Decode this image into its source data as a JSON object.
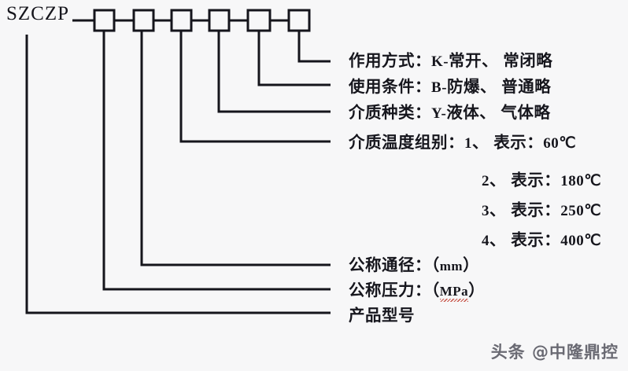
{
  "model_code": "SZCZP",
  "diagram": {
    "box_count": 6,
    "line_color": "#15151c",
    "background": "#f7f7f8"
  },
  "rows": [
    {
      "id": "action-mode",
      "label": "作用方式：",
      "code": "K",
      "sep": "-",
      "value": "常开、 常闭略",
      "full": "作用方式：K-常开、 常闭略"
    },
    {
      "id": "service-condition",
      "label": "使用条件：",
      "code": "B",
      "sep": "-",
      "value": "防爆、 普通略",
      "full": "使用条件：B-防爆、 普通略"
    },
    {
      "id": "medium-type",
      "label": "介质种类：",
      "code": "Y",
      "sep": "-",
      "value": "液体、 气体略",
      "full": "介质种类：Y-液体、 气体略"
    }
  ],
  "temperature": {
    "label": "介质温度组别：",
    "indicates": "表示：",
    "groups": [
      {
        "index": "1",
        "value": "60℃"
      },
      {
        "index": "2",
        "value": "180℃"
      },
      {
        "index": "3",
        "value": "250℃"
      },
      {
        "index": "4",
        "value": "400℃"
      }
    ]
  },
  "bottom_rows": [
    {
      "id": "nominal-diameter",
      "label": "公称通径：（",
      "unit": "mm",
      "close": "）",
      "misspelled": false
    },
    {
      "id": "nominal-pressure",
      "label": "公称压力：（",
      "unit": "MPa",
      "close": "）",
      "misspelled": true
    }
  ],
  "product_model_row": {
    "id": "product-model",
    "label": "产品型号"
  },
  "watermark": "头条 @中隆鼎控"
}
